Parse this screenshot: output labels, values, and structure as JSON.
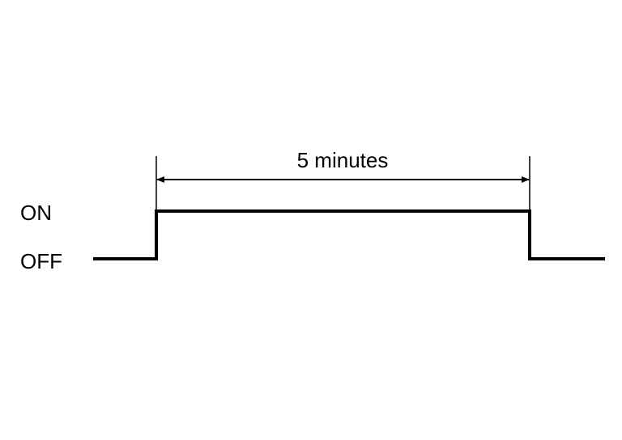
{
  "diagram": {
    "state_high_label": "ON",
    "state_low_label": "OFF",
    "duration_label": "5 minutes"
  },
  "colors": {
    "line": "#000000",
    "background": "#ffffff"
  }
}
